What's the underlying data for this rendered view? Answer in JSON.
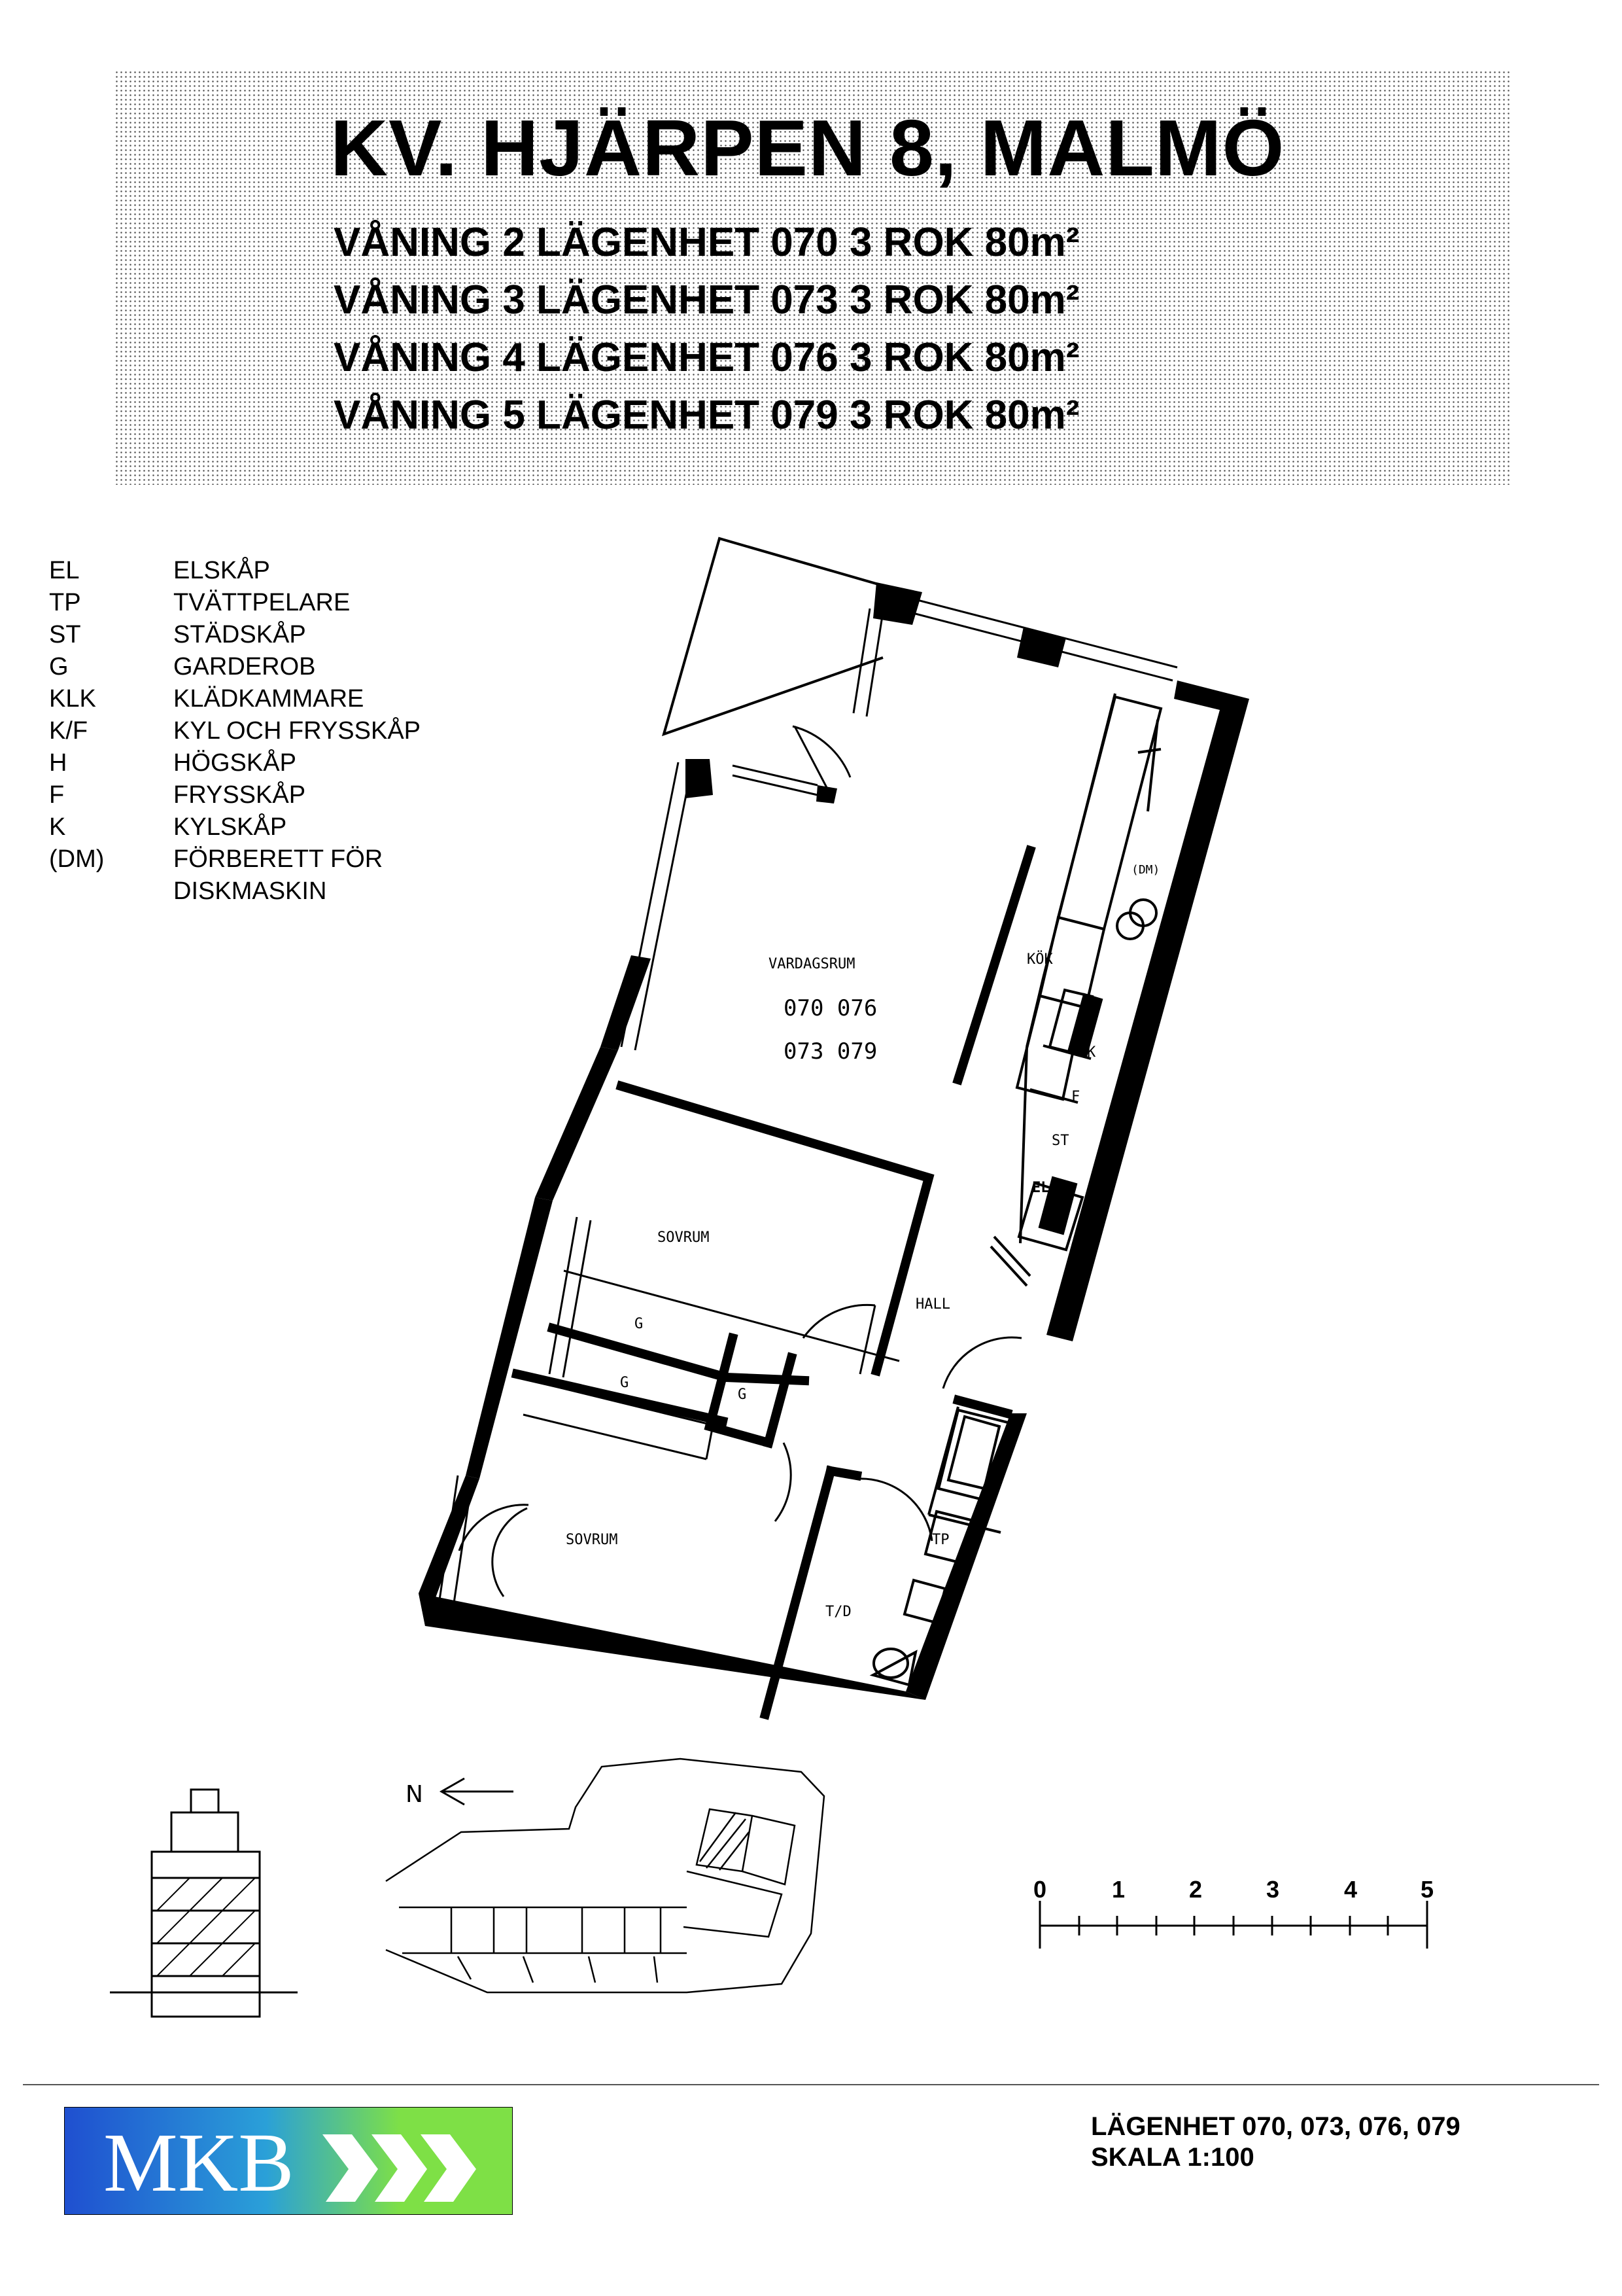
{
  "header": {
    "title": "KV. HJÄRPEN 8, MALMÖ",
    "floors": [
      "VÅNING 2 LÄGENHET 070 3 ROK 80m²",
      "VÅNING 3 LÄGENHET 073 3 ROK 80m²",
      "VÅNING 4 LÄGENHET 076 3 ROK 80m²",
      "VÅNING 5 LÄGENHET 079 3 ROK 80m²"
    ]
  },
  "legend": [
    {
      "code": "EL",
      "desc": "ELSKÅP"
    },
    {
      "code": "TP",
      "desc": "TVÄTTPELARE"
    },
    {
      "code": "ST",
      "desc": "STÄDSKÅP"
    },
    {
      "code": "G",
      "desc": "GARDEROB"
    },
    {
      "code": "KLK",
      "desc": "KLÄDKAMMARE"
    },
    {
      "code": "K/F",
      "desc": "KYL OCH FRYSSKÅP"
    },
    {
      "code": "H",
      "desc": "HÖGSKÅP"
    },
    {
      "code": "F",
      "desc": "FRYSSKÅP"
    },
    {
      "code": "K",
      "desc": "KYLSKÅP"
    },
    {
      "code": "(DM)",
      "desc": "FÖRBERETT FÖR"
    },
    {
      "code": "",
      "desc": "DISKMASKIN"
    }
  ],
  "plan": {
    "vardagsrum": "VARDAGSRUM",
    "kok": "KÖK",
    "apt_row1": "070  076",
    "apt_row2": "073  079",
    "sovrum_upper": "SOVRUM",
    "sovrum_lower": "SOVRUM",
    "hall": "HALL",
    "td": "T/D",
    "g1": "G",
    "g2": "G",
    "g3": "G",
    "k": "K",
    "f": "F",
    "st": "ST",
    "el": "EL",
    "tp": "TP",
    "dm": "(DM)"
  },
  "north": "N",
  "scale_bar": {
    "ticks": [
      "0",
      "1",
      "2",
      "3",
      "4",
      "5"
    ]
  },
  "logo": {
    "text": "MKB",
    "colors": {
      "blue": "#1f4fd0",
      "green": "#7ee046"
    }
  },
  "footer": {
    "line1": "LÄGENHET 070, 073, 076, 079",
    "line2": "SKALA 1:100"
  }
}
